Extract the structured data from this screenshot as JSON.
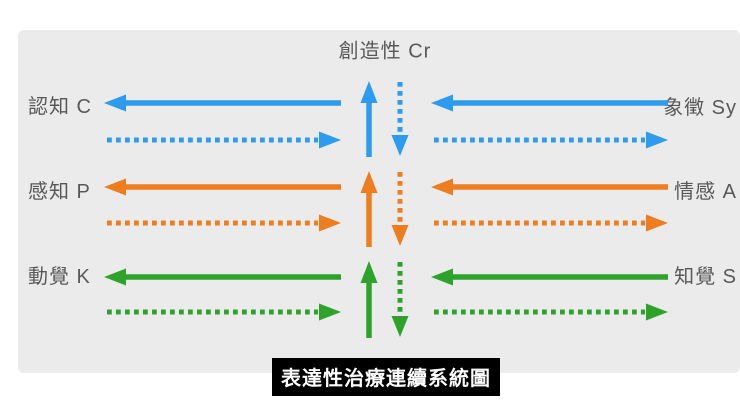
{
  "diagram": {
    "top_label": "創造性 Cr",
    "caption": "表達性治療連續系統圖",
    "rows": [
      {
        "left_label": "認知 C",
        "right_label": "象徵 Sy",
        "color": "#2D9BEE",
        "color_name": "blue"
      },
      {
        "left_label": "感知 P",
        "right_label": "情感 A",
        "color": "#ED7D1E",
        "color_name": "orange"
      },
      {
        "left_label": "動覺 K",
        "right_label": "知覺 S",
        "color": "#2DA32C",
        "color_name": "green"
      }
    ],
    "colors": {
      "panel_bg": "#EBEBEB",
      "label_text": "#58585A",
      "caption_bg": "#000000",
      "caption_text": "#FFFFFF",
      "blue": "#2D9BEE",
      "orange": "#ED7D1E",
      "green": "#2DA32C"
    }
  }
}
